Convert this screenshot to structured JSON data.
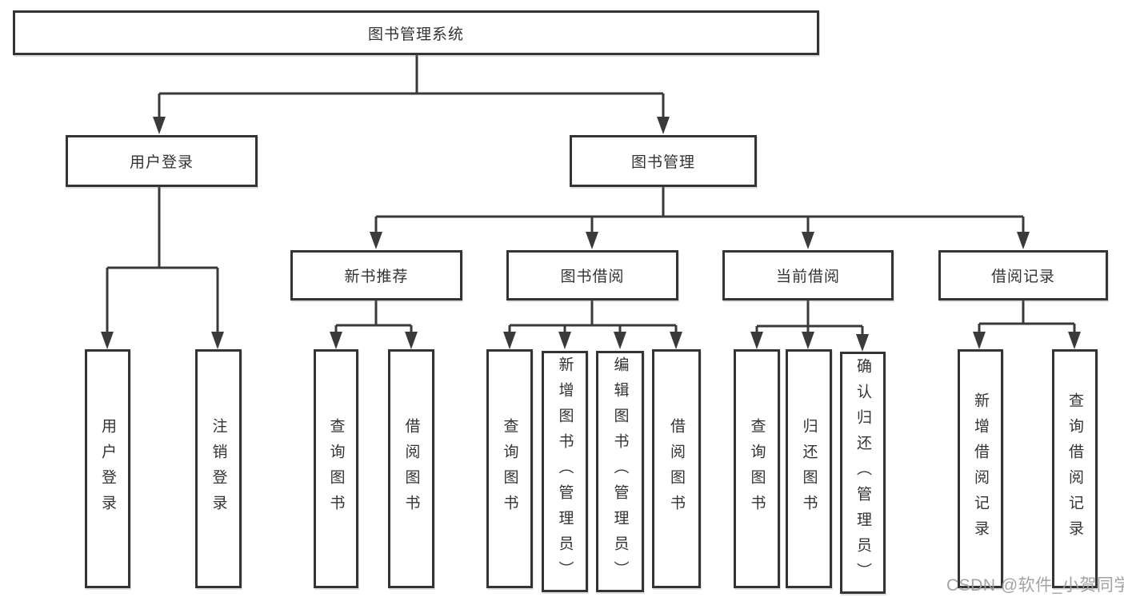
{
  "colors": {
    "line": "#3a3a3a",
    "border": "#343434",
    "text": "#333333",
    "watermark": "#9e9e9e",
    "background": "#ffffff"
  },
  "nodes": {
    "title": "图书管理系统",
    "user_login": "用户登录",
    "book_mgmt": "图书管理",
    "new_books": "新书推荐",
    "book_borrow": "图书借阅",
    "current_borrow": "当前借阅",
    "borrow_records": "借阅记录",
    "leaf_user_login": "用户登录",
    "leaf_logout": "注销登录",
    "leaf_nb_query": "查询图书",
    "leaf_nb_borrow": "借阅图书",
    "leaf_bb_query": "查询图书",
    "leaf_bb_add": "新增图书（管理员）",
    "leaf_bb_edit": "编辑图书（管理员）",
    "leaf_bb_borrow": "借阅图书",
    "leaf_cb_query": "查询图书",
    "leaf_cb_return": "归还图书",
    "leaf_cb_confirm": "确认归还（管理员）",
    "leaf_br_add": "新增借阅记录",
    "leaf_br_query": "查询借阅记录"
  },
  "hierarchy": {
    "图书管理系统": [
      "用户登录",
      "图书管理"
    ],
    "用户登录": [
      "用户登录",
      "注销登录"
    ],
    "图书管理": [
      "新书推荐",
      "图书借阅",
      "当前借阅",
      "借阅记录"
    ],
    "新书推荐": [
      "查询图书",
      "借阅图书"
    ],
    "图书借阅": [
      "查询图书",
      "新增图书（管理员）",
      "编辑图书（管理员）",
      "借阅图书"
    ],
    "当前借阅": [
      "查询图书",
      "归还图书",
      "确认归还（管理员）"
    ],
    "借阅记录": [
      "新增借阅记录",
      "查询借阅记录"
    ]
  },
  "watermark": "CSDN @软件_小贺同学"
}
